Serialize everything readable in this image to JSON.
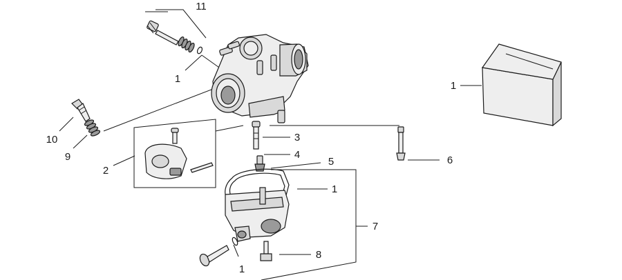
{
  "diagram": {
    "callouts": [
      {
        "id": "c11",
        "text": "11"
      },
      {
        "id": "c1-top",
        "text": "1"
      },
      {
        "id": "c10",
        "text": "10"
      },
      {
        "id": "c9",
        "text": "9"
      },
      {
        "id": "c2",
        "text": "2"
      },
      {
        "id": "c3",
        "text": "3"
      },
      {
        "id": "c4",
        "text": "4"
      },
      {
        "id": "c5",
        "text": "5"
      },
      {
        "id": "c6",
        "text": "6"
      },
      {
        "id": "c1-bowl",
        "text": "1"
      },
      {
        "id": "c7",
        "text": "7"
      },
      {
        "id": "c8",
        "text": "8"
      },
      {
        "id": "c1-bottom",
        "text": "1"
      },
      {
        "id": "c1-bag",
        "text": "1"
      }
    ]
  }
}
